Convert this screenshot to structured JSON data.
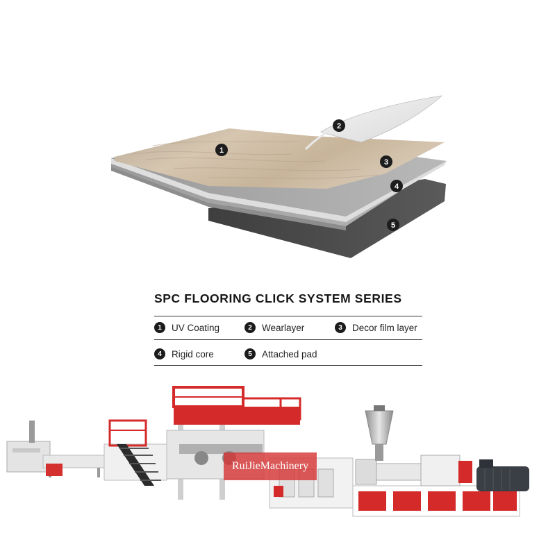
{
  "diagram": {
    "layers": [
      {
        "number": "1",
        "label": "UV Coating"
      },
      {
        "number": "2",
        "label": "Wearlayer"
      },
      {
        "number": "3",
        "label": "Decor film layer"
      },
      {
        "number": "4",
        "label": "Rigid core"
      },
      {
        "number": "5",
        "label": "Attached pad"
      }
    ]
  },
  "title": "SPC FLOORING CLICK SYSTEM SERIES",
  "watermark": "RuiJieMachinery",
  "colors": {
    "machine_red": "#d42a2a",
    "wood_light": "#cdbba3",
    "core_gray": "#cfcfcf",
    "pad_dark": "#4a4a4a"
  }
}
